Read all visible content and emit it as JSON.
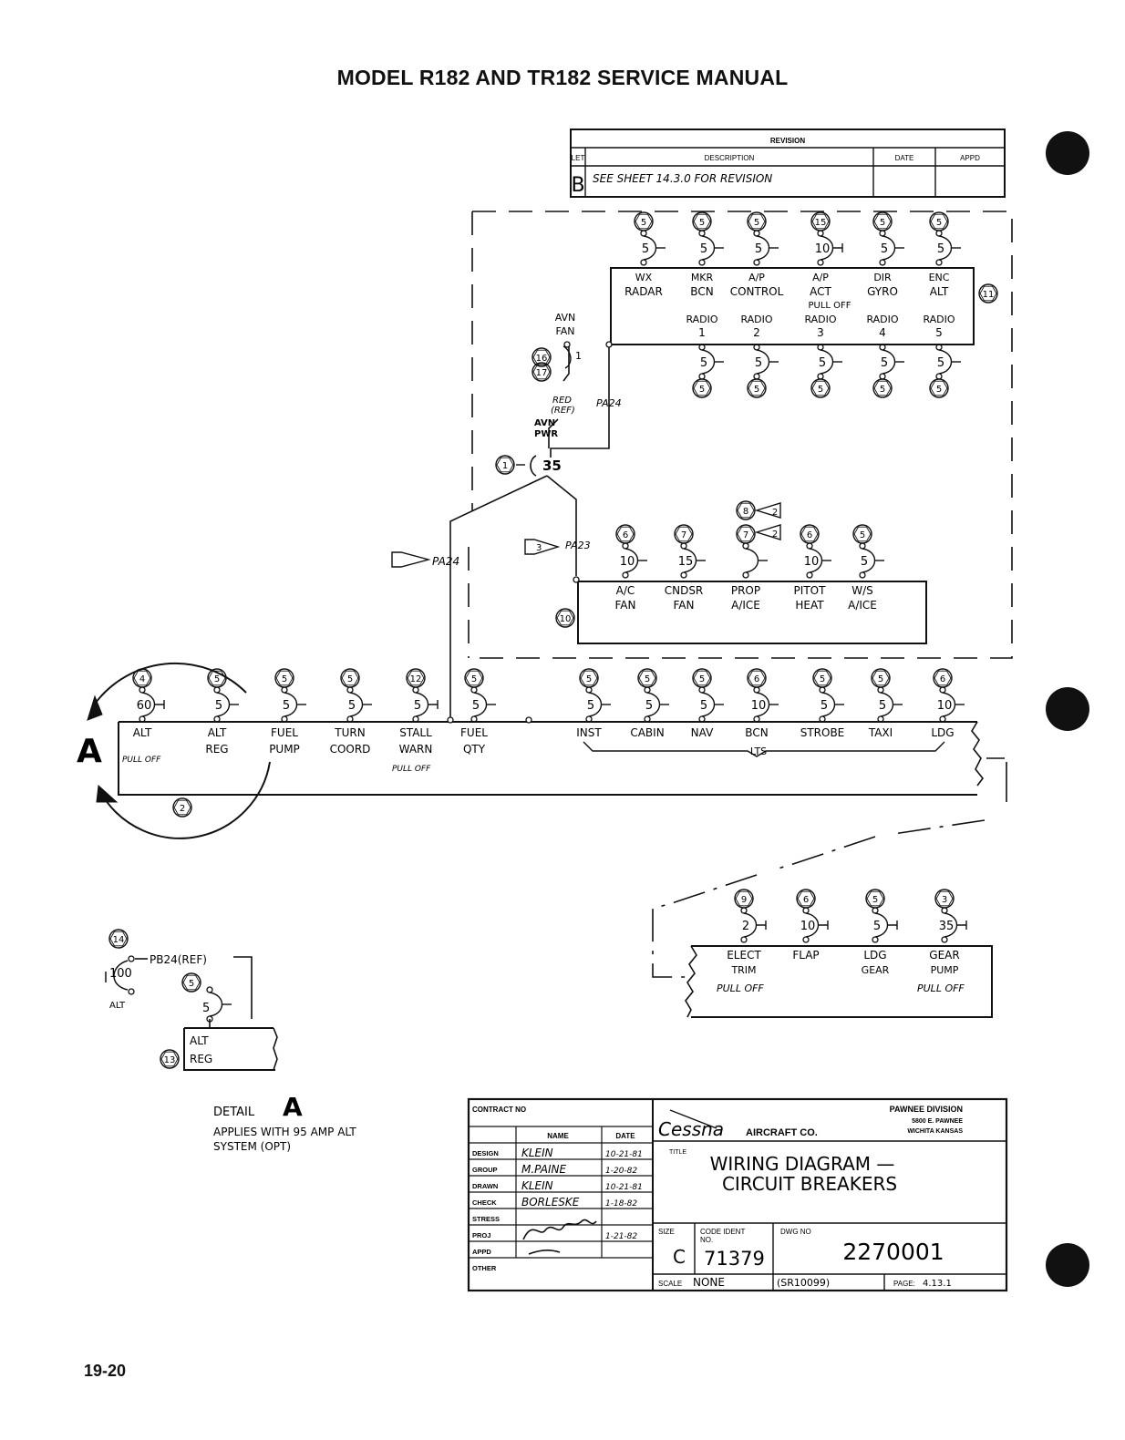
{
  "header": {
    "title": "MODEL R182 AND TR182 SERVICE MANUAL"
  },
  "footer": {
    "page": "19-20"
  },
  "revision": {
    "title": "REVISION",
    "cols": {
      "let": "LET",
      "desc": "DESCRIPTION",
      "date": "DATE",
      "appd": "APPD"
    },
    "row": {
      "let": "B",
      "desc": "SEE SHEET 14.3.0 FOR REVISION"
    }
  },
  "avionics_top": [
    {
      "ref": "5",
      "amp": "5",
      "l1": "WX",
      "l2": "RADAR"
    },
    {
      "ref": "5",
      "amp": "5",
      "l1": "MKR",
      "l2": "BCN"
    },
    {
      "ref": "5",
      "amp": "5",
      "l1": "A/P",
      "l2": "CONTROL"
    },
    {
      "ref": "15",
      "amp": "10",
      "l1": "A/P",
      "l2": "ACT",
      "l3": "PULL OFF"
    },
    {
      "ref": "5",
      "amp": "5",
      "l1": "DIR",
      "l2": "GYRO"
    },
    {
      "ref": "5",
      "amp": "5",
      "l1": "ENC",
      "l2": "ALT"
    }
  ],
  "avionics_bottom": [
    {
      "ref": "5",
      "amp": "5",
      "l1": "RADIO",
      "l2": "1"
    },
    {
      "ref": "5",
      "amp": "5",
      "l1": "RADIO",
      "l2": "2"
    },
    {
      "ref": "5",
      "amp": "5",
      "l1": "RADIO",
      "l2": "3"
    },
    {
      "ref": "5",
      "amp": "5",
      "l1": "RADIO",
      "l2": "4"
    },
    {
      "ref": "5",
      "amp": "5",
      "l1": "RADIO",
      "l2": "5"
    }
  ],
  "avionics_panel_ref": "11",
  "avn_fan": {
    "l1": "AVN",
    "l2": "FAN",
    "amp": "1",
    "ref_a": "16",
    "ref_b": "17"
  },
  "avn_pwr": {
    "l1": "RED",
    "l2": "(REF)",
    "l3": "AVN",
    "l4": "PWR",
    "pa": "PA24",
    "amp": "35",
    "ref": "1"
  },
  "mid_panel": [
    {
      "ref": "6",
      "amp": "10",
      "l1": "A/C",
      "l2": "FAN"
    },
    {
      "ref": "7",
      "amp": "15",
      "l1": "CNDSR",
      "l2": "FAN"
    },
    {
      "ref": "7",
      "amp": "",
      "l1": "PROP",
      "l2": "A/ICE",
      "ref_extra": "8",
      "flag": "2"
    },
    {
      "ref": "6",
      "amp": "10",
      "l1": "PITOT",
      "l2": "HEAT"
    },
    {
      "ref": "5",
      "amp": "5",
      "l1": "W/S",
      "l2": "A/ICE"
    }
  ],
  "mid_panel_ref": "10",
  "pa_labels": {
    "pa23": "PA23",
    "pa24": "PA24",
    "flag3": "3"
  },
  "main_bus": [
    {
      "ref": "4",
      "amp": "60",
      "l1": "ALT",
      "l2": "",
      "l3": "PULL OFF"
    },
    {
      "ref": "5",
      "amp": "5",
      "l1": "ALT",
      "l2": "REG"
    },
    {
      "ref": "5",
      "amp": "5",
      "l1": "FUEL",
      "l2": "PUMP"
    },
    {
      "ref": "5",
      "amp": "5",
      "l1": "TURN",
      "l2": "COORD"
    },
    {
      "ref": "12",
      "amp": "5",
      "l1": "STALL",
      "l2": "WARN",
      "l3": "PULL OFF"
    },
    {
      "ref": "5",
      "amp": "5",
      "l1": "FUEL",
      "l2": "QTY"
    },
    {
      "ref": "5",
      "amp": "5",
      "l1": "INST",
      "l2": ""
    },
    {
      "ref": "5",
      "amp": "5",
      "l1": "CABIN",
      "l2": ""
    },
    {
      "ref": "5",
      "amp": "5",
      "l1": "NAV",
      "l2": ""
    },
    {
      "ref": "6",
      "amp": "10",
      "l1": "BCN",
      "l2": ""
    },
    {
      "ref": "5",
      "amp": "5",
      "l1": "STROBE",
      "l2": ""
    },
    {
      "ref": "5",
      "amp": "5",
      "l1": "TAXI",
      "l2": ""
    },
    {
      "ref": "6",
      "amp": "10",
      "l1": "LDG",
      "l2": ""
    }
  ],
  "lts_label": "LTS",
  "detail_mark": "A",
  "detail_ref": "2",
  "ext_bus": [
    {
      "ref": "9",
      "amp": "2",
      "l1": "ELECT",
      "l2": "TRIM",
      "l3": "PULL OFF"
    },
    {
      "ref": "6",
      "amp": "10",
      "l1": "FLAP",
      "l2": ""
    },
    {
      "ref": "5",
      "amp": "5",
      "l1": "LDG",
      "l2": "GEAR"
    },
    {
      "ref": "3",
      "amp": "35",
      "l1": "GEAR",
      "l2": "PUMP",
      "l3": "PULL OFF"
    }
  ],
  "detail": {
    "ref14": "14",
    "pb": "PB24(REF)",
    "amp100": "100",
    "alt": "ALT",
    "ref5": "5",
    "amp5": "5",
    "ref13": "13",
    "box1": "ALT",
    "box2": "REG",
    "title": "DETAIL",
    "mark": "A",
    "note1": "APPLIES WITH 95 AMP ALT",
    "note2": "SYSTEM (OPT)"
  },
  "title_block": {
    "contract": "CONTRACT NO",
    "name_col": "NAME",
    "date_col": "DATE",
    "rows": [
      {
        "role": "DESIGN",
        "name": "KLEIN",
        "date": "10-21-81"
      },
      {
        "role": "GROUP",
        "name": "M.PAINE",
        "date": "1-20-82"
      },
      {
        "role": "DRAWN",
        "name": "KLEIN",
        "date": "10-21-81"
      },
      {
        "role": "CHECK",
        "name": "BORLESKE",
        "date": "1-18-82"
      },
      {
        "role": "STRESS",
        "name": "",
        "date": ""
      },
      {
        "role": "PROJ",
        "name": "",
        "date": "1-21-82"
      },
      {
        "role": "APPD",
        "name": "",
        "date": ""
      },
      {
        "role": "OTHER",
        "name": "",
        "date": ""
      }
    ],
    "company": "Cessna",
    "company2": "AIRCRAFT CO.",
    "division": "PAWNEE DIVISION",
    "addr1": "5800 E. PAWNEE",
    "addr2": "WICHITA KANSAS",
    "title_label": "TITLE",
    "title1": "WIRING DIAGRAM —",
    "title2": "CIRCUIT BREAKERS",
    "size_label": "SIZE",
    "size": "C",
    "code_label": "CODE IDENT",
    "code_label2": "NO.",
    "code": "71379",
    "dwg_label": "DWG NO",
    "dwg": "2270001",
    "scale_label": "SCALE",
    "scale": "NONE",
    "sr": "(SR10099)",
    "page_label": "PAGE:",
    "page": "4.13.1"
  }
}
